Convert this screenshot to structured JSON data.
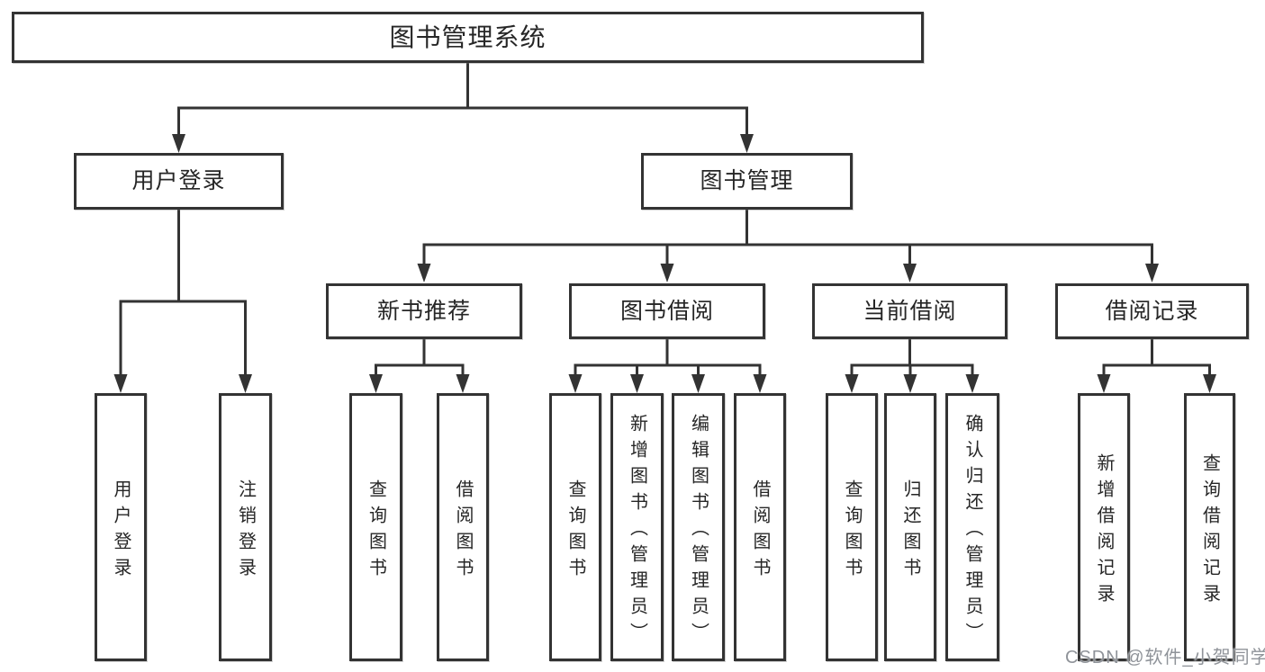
{
  "diagram": {
    "root": {
      "label": "图书管理系统"
    },
    "branches": [
      {
        "label": "用户登录",
        "children": [
          {
            "label": "用户登录"
          },
          {
            "label": "注销登录"
          }
        ]
      },
      {
        "label": "图书管理",
        "children": [
          {
            "label": "新书推荐",
            "children": [
              {
                "label": "查询图书"
              },
              {
                "label": "借阅图书"
              }
            ]
          },
          {
            "label": "图书借阅",
            "children": [
              {
                "label": "查询图书"
              },
              {
                "label": "新增图书（管理员）"
              },
              {
                "label": "编辑图书（管理员）"
              },
              {
                "label": "借阅图书"
              }
            ]
          },
          {
            "label": "当前借阅",
            "children": [
              {
                "label": "查询图书"
              },
              {
                "label": "归还图书"
              },
              {
                "label": "确认归还（管理员）"
              }
            ]
          },
          {
            "label": "借阅记录",
            "children": [
              {
                "label": "新增借阅记录"
              },
              {
                "label": "查询借阅记录"
              }
            ]
          }
        ]
      }
    ],
    "colors": {
      "line": "#333333",
      "text": "#262626",
      "background": "#ffffff",
      "watermark": "#8f9399"
    },
    "watermark": "CSDN @软件_小贺同学"
  }
}
